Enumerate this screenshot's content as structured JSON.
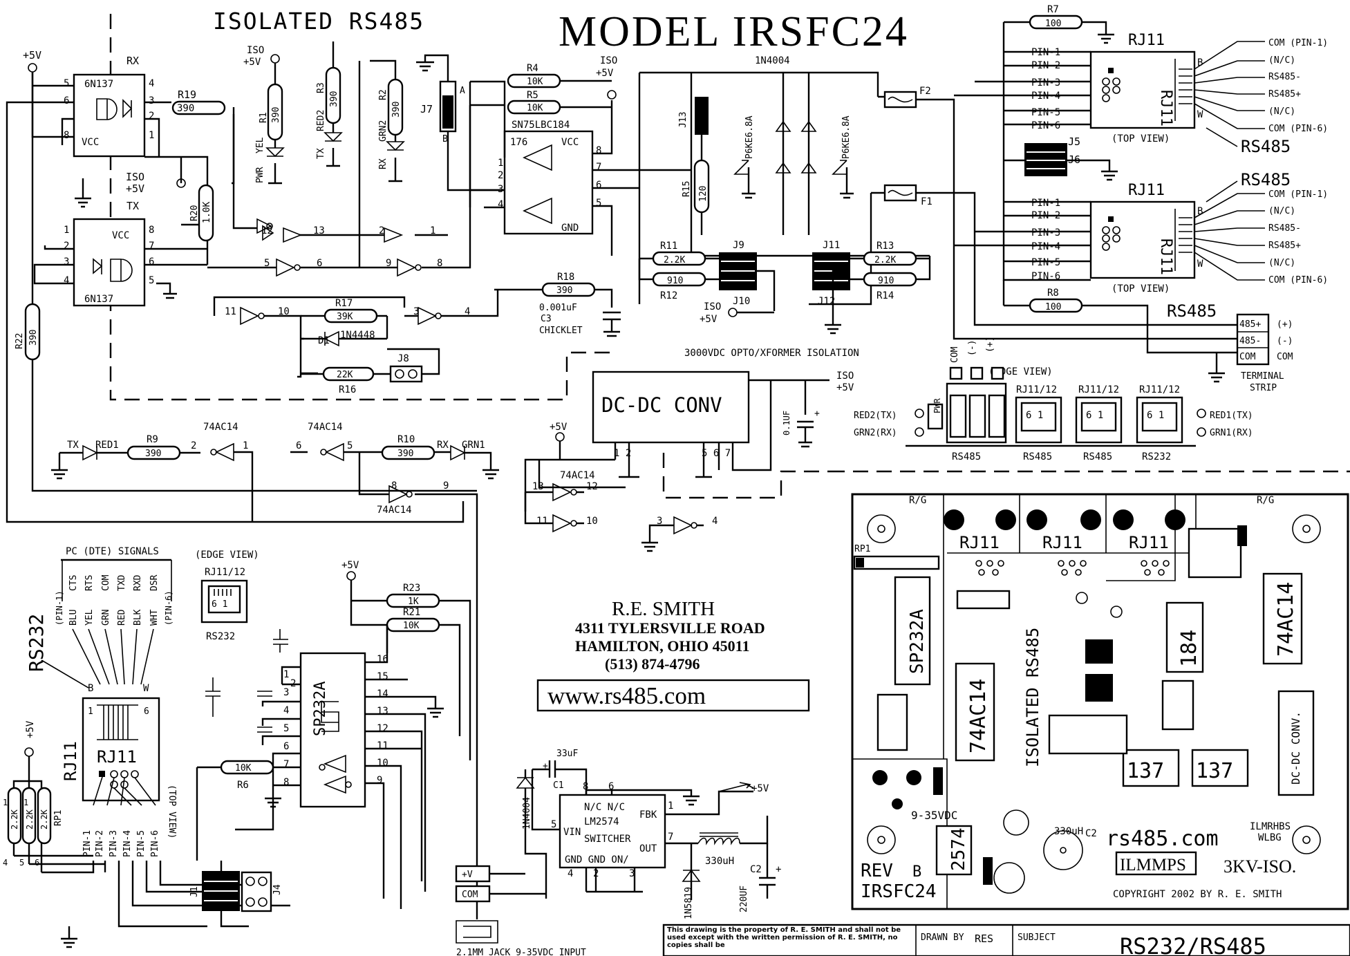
{
  "titles": {
    "isolated": "ISOLATED RS485",
    "model": "MODEL IRSFC24",
    "author": "R.E. SMITH",
    "addr1": "4311 TYLERSVILLE ROAD",
    "addr2": "HAMILTON, OHIO 45011",
    "phone": "(513) 874-4796",
    "url": "www.rs485.com",
    "isolation": "3000VDC OPTO/XFORMER ISOLATION",
    "dcdc": "DC-DC CONV",
    "jack": "2.1MM JACK 9-35VDC INPUT"
  },
  "titleblock": {
    "notice": "This drawing is the property of R. E. SMITH and shall not be used except with the written permission of R. E. SMITH, no copies shall be",
    "drawn_label": "DRAWN BY",
    "drawn_value": "RES",
    "subject_label": "SUBJECT",
    "subject_value": "RS232/RS485"
  },
  "labels": {
    "plus5": "+5V",
    "iso5": "ISO. +5V",
    "iso5b": "ISO",
    "rx": "RX",
    "tx": "TX",
    "u6n137": "6N137",
    "vcc": "VCC",
    "gnd": "GND",
    "sn75": "SN75LBC184",
    "c176": "176",
    "ac14": "74AC14",
    "rj11": "RJ11",
    "topview": "(TOP VIEW)",
    "rs485": "RS485",
    "rs232": "RS232",
    "edgeview": "(EDGE VIEW)",
    "rj1112": "RJ11/12",
    "pc_signals": "PC (DTE) SIGNALS",
    "sp232": "SP232A",
    "lm": "LM2574",
    "switcher": "SWITCHER",
    "nc": "N/C N/C",
    "fbk": "FBK",
    "vin": "VIN",
    "out": "OUT",
    "gndon": "GND GND ON/",
    "terminal": "TERMINAL",
    "strip": "STRIP",
    "chicklet": "CHICKLET",
    "cap_c3": "0.001uF",
    "c3": "C3",
    "v485p": "485+",
    "v485m": "485-",
    "com": "COM",
    "tplus": "(+)",
    "tminus": "(-)",
    "pvr": "PWR",
    "yel": "YEL",
    "red2": "RED2",
    "grn2": "GRN2",
    "red1": "RED1",
    "grn1": "GRN1",
    "red2tx": "RED2(TX)",
    "grn2rx": "GRN2(RX)",
    "red1tx": "RED1(TX)",
    "grn1rx": "GRN1(RX)",
    "u330": "330uH",
    "u33": "33uF",
    "u220": "220UF",
    "u01": "0.1UF",
    "d1n4004": "1N4004",
    "d1n5819": "1N5819",
    "d1n4448": "1N4448",
    "p6": "P6KE6.8A",
    "vin_jack": "+V",
    "com_jack": "COM"
  },
  "rj_top_pins": [
    "PIN-1",
    "PIN-2",
    "PIN-3",
    "PIN-4",
    "PIN-5",
    "PIN-6"
  ],
  "rj_top_signals": [
    "COM (PIN-1)",
    "(N/C)",
    "RS485-",
    "RS485+",
    "(N/C)",
    "COM (PIN-6)"
  ],
  "pc_cols": [
    "(PIN-1)",
    "CTS",
    "RTS",
    "COM",
    "TXD",
    "RXD",
    "DSR",
    "(PIN-6)"
  ],
  "pc_colors": [
    "BLU",
    "YEL",
    "GRN",
    "RED",
    "BLK",
    "WHT"
  ],
  "edge_connectors": [
    "RS485",
    "RS485",
    "RS485",
    "RS232"
  ],
  "resistors": {
    "R1": "390",
    "R2": "390",
    "R3": "390",
    "R4": "10K",
    "R5": "10K",
    "R6": "10K",
    "R7": "100",
    "R8": "100",
    "R9": "390",
    "R10": "390",
    "R11": "2.2K",
    "R12": "910",
    "R13": "2.2K",
    "R14": "910",
    "R15": "120",
    "R16": "22K",
    "R17": "39K",
    "R18": "390",
    "R19": "390",
    "R20": "1.0K",
    "R21": "10K",
    "R22": "390",
    "R23": "1K"
  },
  "pcb": {
    "sp232": "SP232A",
    "ac14a": "74AC14",
    "ac14b": "74AC14",
    "iso": "ISOLATED RS485",
    "ic184": "184",
    "ic137a": "137",
    "ic137b": "137",
    "ic2574": "2574",
    "url": "rs485.com",
    "stamp": "ILMMPS",
    "iso3kv": "3KV-ISO.",
    "copyright": "COPYRIGHT 2002 BY R. E. SMITH",
    "rev": "REV",
    "revv": "B",
    "model": "IRSFC24",
    "vin": "9-35VDC",
    "dcdc": "DC-DC CONV.",
    "ilm": "ILMRHBS",
    "wlbg": "WLBG",
    "rg": "R/G",
    "rp1": "RP1",
    "u330": "330uH",
    "c2": "C2"
  }
}
